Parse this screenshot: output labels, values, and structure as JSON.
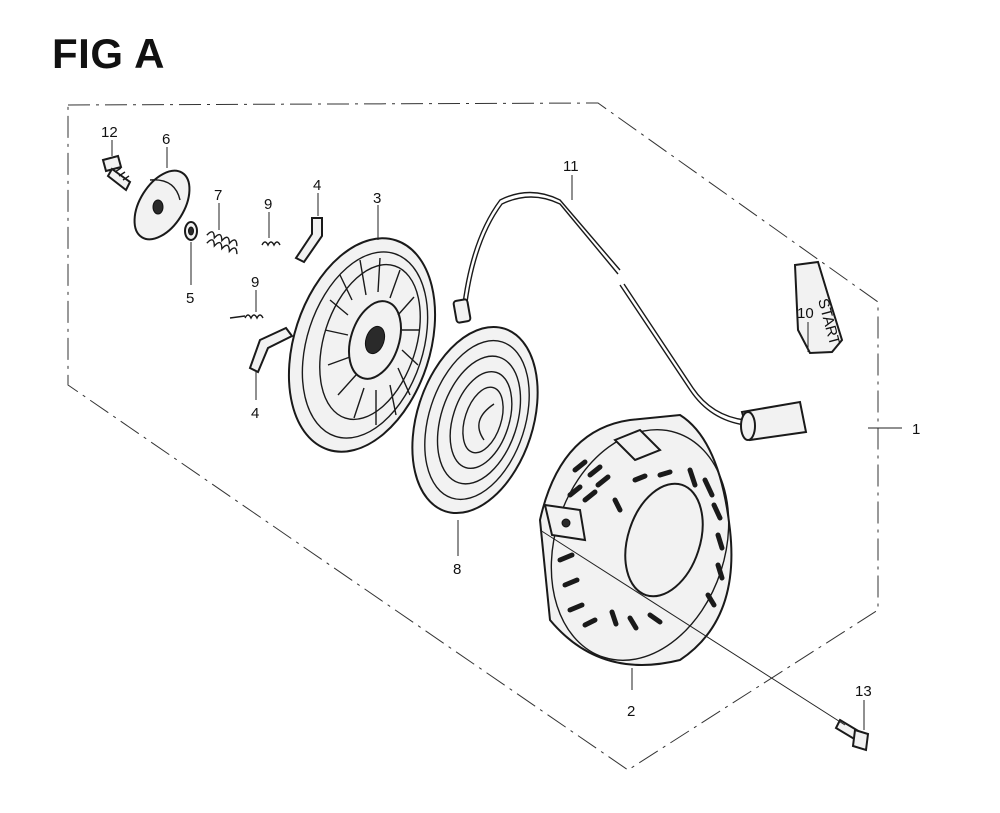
{
  "title": "FIG A",
  "callouts": {
    "c1": "1",
    "c2": "2",
    "c3": "3",
    "c4a": "4",
    "c4b": "4",
    "c5": "5",
    "c6": "6",
    "c7": "7",
    "c8": "8",
    "c9a": "9",
    "c9b": "9",
    "c10": "10",
    "c11": "11",
    "c12": "12",
    "c13": "13"
  },
  "handle_text": "START"
}
